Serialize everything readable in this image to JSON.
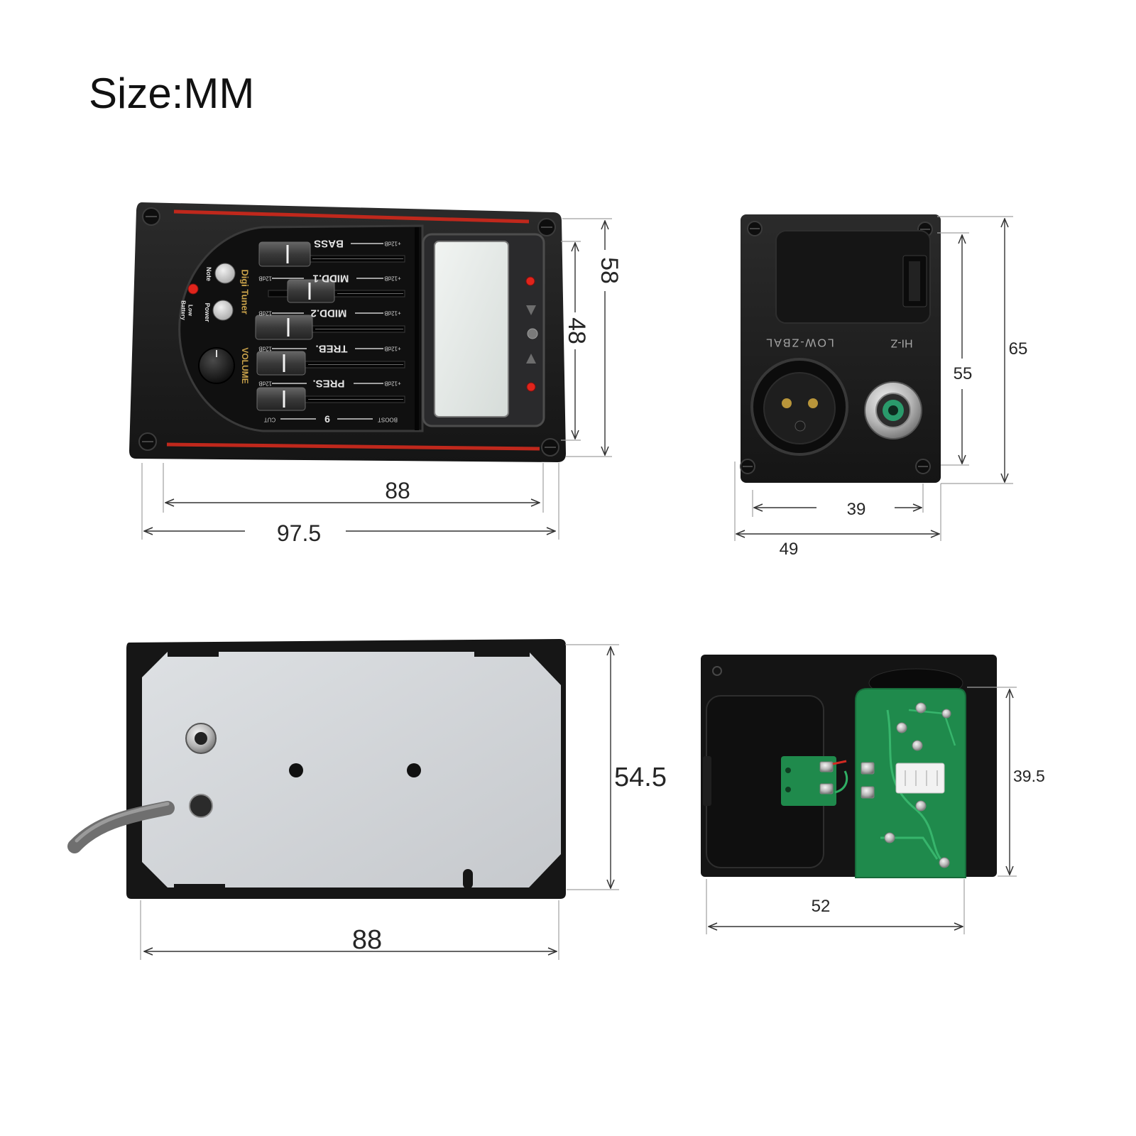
{
  "title": "Size:MM",
  "front_view": {
    "dims": {
      "outer_height": "58",
      "inner_height": "48",
      "inner_width": "88",
      "outer_width": "97.5"
    },
    "sliders": [
      "BASS",
      "MIDD.1",
      "MIDD.2",
      "TREB.",
      "PRES."
    ],
    "bottom_label": "6",
    "boost_label": "BOOST",
    "cut_label": "CUT",
    "plus_db": "+12dB",
    "minus_db": "-12dB",
    "tuner_label": "Digi Tuner",
    "volume_label": "VOLUME",
    "note_label": "Note",
    "power_label": "Power",
    "low_battery_label": [
      "Low",
      "Battery"
    ]
  },
  "jack_view": {
    "dims": {
      "outer_height": "65",
      "inner_height": "55",
      "inner_width": "39",
      "outer_width": "49"
    },
    "hi_z_label": "HI-Z",
    "low_z_label": "LOW-ZBAL"
  },
  "back_view": {
    "dims": {
      "height": "54.5",
      "width": "88"
    }
  },
  "battery_view": {
    "dims": {
      "height": "39.5",
      "width": "52"
    }
  },
  "colors": {
    "trim_red": "#c0281c",
    "label_gold": "#c9a24a",
    "pcb_green": "#1f8a4c",
    "plate_grey": "#d3d6d9",
    "led_red": "#e0241b"
  }
}
